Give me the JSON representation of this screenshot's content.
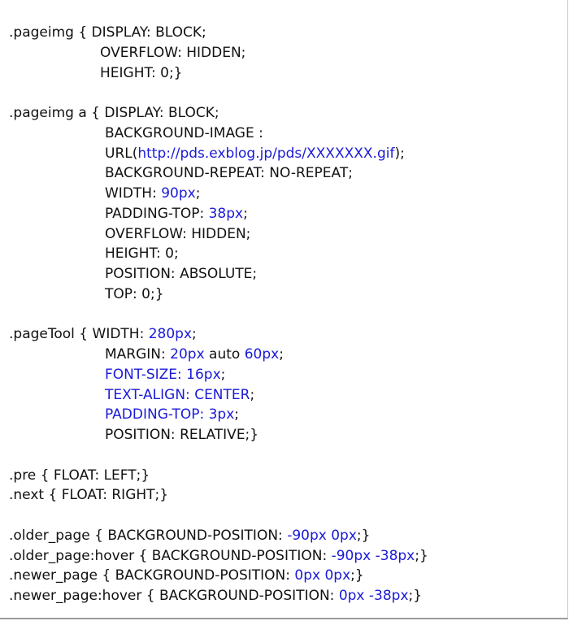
{
  "colors": {
    "text": "#111111",
    "highlight": "#1a1ad8",
    "background": "#ffffff"
  },
  "lines": [
    [
      {
        "t": ".pageimg { DISPLAY: BLOCK;"
      }
    ],
    [
      {
        "t": "OVERFLOW: HIDDEN;"
      }
    ],
    [
      {
        "t": "HEIGHT: 0;}"
      }
    ],
    [],
    [
      {
        "t": ".pageimg a { DISPLAY: BLOCK;"
      }
    ],
    [
      {
        "t": "BACKGROUND-IMAGE :"
      }
    ],
    [
      {
        "t": "URL("
      },
      {
        "t": "http://pds.exblog.jp/pds/XXXXXXX.gif",
        "c": "link"
      },
      {
        "t": ");"
      }
    ],
    [
      {
        "t": "BACKGROUND-REPEAT: NO-REPEAT;"
      }
    ],
    [
      {
        "t": "WIDTH: "
      },
      {
        "t": "90px",
        "c": "blue"
      },
      {
        "t": ";"
      }
    ],
    [
      {
        "t": "PADDING-TOP: "
      },
      {
        "t": "38px",
        "c": "blue"
      },
      {
        "t": ";"
      }
    ],
    [
      {
        "t": "OVERFLOW: HIDDEN;"
      }
    ],
    [
      {
        "t": "HEIGHT: 0;"
      }
    ],
    [
      {
        "t": "POSITION: ABSOLUTE;"
      }
    ],
    [
      {
        "t": "TOP: 0;}"
      }
    ],
    [],
    [
      {
        "t": ".pageTool { WIDTH: "
      },
      {
        "t": "280px",
        "c": "blue"
      },
      {
        "t": ";"
      }
    ],
    [
      {
        "t": "MARGIN: "
      },
      {
        "t": "20px",
        "c": "blue"
      },
      {
        "t": " auto "
      },
      {
        "t": "60px",
        "c": "blue"
      },
      {
        "t": ";"
      }
    ],
    [
      {
        "t": "FONT-SIZE: 16px",
        "c": "blue"
      },
      {
        "t": ";"
      }
    ],
    [
      {
        "t": "TEXT-ALIGN: CENTER",
        "c": "blue"
      },
      {
        "t": ";"
      }
    ],
    [
      {
        "t": "PADDING-TOP: 3px",
        "c": "blue"
      },
      {
        "t": ";"
      }
    ],
    [
      {
        "t": "POSITION: RELATIVE;}"
      }
    ],
    [],
    [
      {
        "t": ".pre { FLOAT: LEFT;}"
      }
    ],
    [
      {
        "t": ".next { FLOAT: RIGHT;}"
      }
    ],
    [],
    [
      {
        "t": ".older_page { BACKGROUND-POSITION: "
      },
      {
        "t": "-90px 0px",
        "c": "blue"
      },
      {
        "t": ";}"
      }
    ],
    [
      {
        "t": ".older_page:hover { BACKGROUND-POSITION: "
      },
      {
        "t": "-90px -38px",
        "c": "blue"
      },
      {
        "t": ";}"
      }
    ],
    [
      {
        "t": ".newer_page { BACKGROUND-POSITION: "
      },
      {
        "t": "0px 0px",
        "c": "blue"
      },
      {
        "t": ";}"
      }
    ],
    [
      {
        "t": ".newer_page:hover { BACKGROUND-POSITION: "
      },
      {
        "t": "0px -38px",
        "c": "blue"
      },
      {
        "t": ";}"
      }
    ]
  ]
}
